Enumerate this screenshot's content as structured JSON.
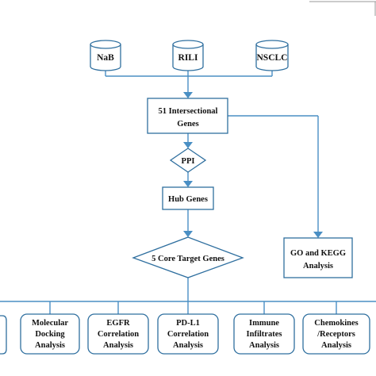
{
  "colors": {
    "line": "#4a8fc4",
    "cylinder_stroke": "#2f6f9f",
    "box_stroke": "#2f6f9f",
    "bottom_stroke": "#2f6f9f",
    "text": "#111111",
    "background": "#ffffff"
  },
  "databases": [
    {
      "label": "NaB"
    },
    {
      "label": "RILI"
    },
    {
      "label": "NSCLC"
    }
  ],
  "intersection": {
    "line1": "51 Intersectional",
    "line2": "Genes"
  },
  "ppi": {
    "label": "PPI"
  },
  "hub": {
    "label": "Hub Genes"
  },
  "core": {
    "label": "5 Core Target Genes"
  },
  "go_kegg": {
    "line1": "GO and KEGG",
    "line2": "Analysis"
  },
  "analyses": [
    {
      "lines": [
        "Molecular",
        "Docking",
        "Analysis"
      ]
    },
    {
      "lines": [
        "EGFR",
        "Correlation",
        "Analysis"
      ]
    },
    {
      "lines": [
        "PD-L1",
        "Correlation",
        "Analysis"
      ]
    },
    {
      "lines": [
        "Immune",
        "Infiltrates",
        "Analysis"
      ]
    },
    {
      "lines": [
        "Chemokines",
        "/Receptors",
        "Analysis"
      ]
    }
  ]
}
